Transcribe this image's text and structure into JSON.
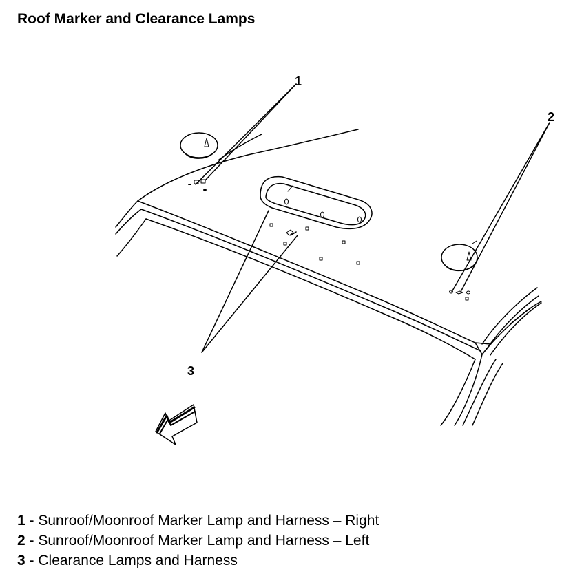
{
  "title": "Roof Marker and Clearance Lamps",
  "diagram": {
    "callouts": [
      {
        "number": "1"
      },
      {
        "number": "2"
      },
      {
        "number": "3"
      }
    ]
  },
  "legend": [
    {
      "number": "1",
      "separator": " - ",
      "text": "Sunroof/Moonroof Marker Lamp and Harness – Right"
    },
    {
      "number": "2",
      "separator": " - ",
      "text": "Sunroof/Moonroof Marker Lamp and Harness – Left"
    },
    {
      "number": "3",
      "separator": " - ",
      "text": "Clearance Lamps and Harness"
    }
  ]
}
